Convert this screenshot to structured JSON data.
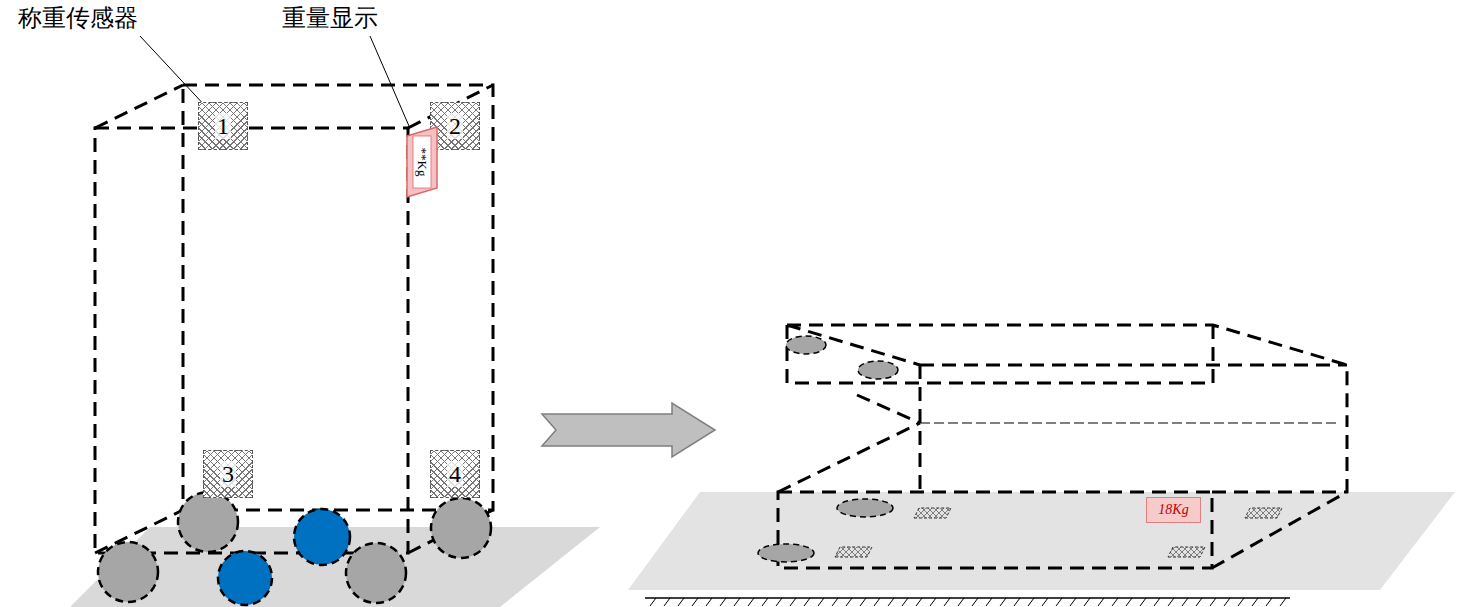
{
  "diagram": {
    "nodes": [
      {
        "text": [
          "1"
        ]
      },
      {
        "text": [
          "2"
        ]
      },
      {
        "text": [
          "**Kg"
        ]
      },
      {
        "text": [
          "3"
        ]
      },
      {
        "text": [
          "4"
        ]
      },
      {
        "text": [
          "18Kg"
        ]
      }
    ],
    "labels": [
      "称重传感器",
      "重量显示"
    ]
  }
}
